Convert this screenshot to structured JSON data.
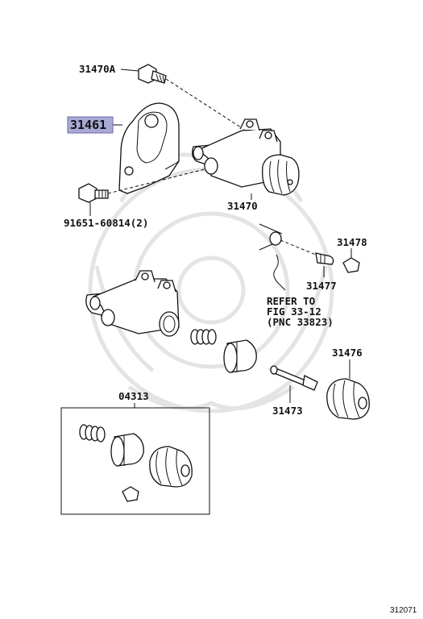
{
  "diagram": {
    "labels": {
      "p31470A": "31470A",
      "p31461": "31461",
      "p91651": "91651-60814(2)",
      "p31470": "31470",
      "p31478": "31478",
      "p31477": "31477",
      "refer1": "REFER TO",
      "refer2": "FIG 33-12",
      "refer3": "(PNC 33823)",
      "p31476": "31476",
      "p31473": "31473",
      "p04313": "04313"
    },
    "footer_code": "312071",
    "highlight_color": "#a9a9d6",
    "highlight_border": "#6a6aa8",
    "watermark_color": "#e4e4e4"
  }
}
